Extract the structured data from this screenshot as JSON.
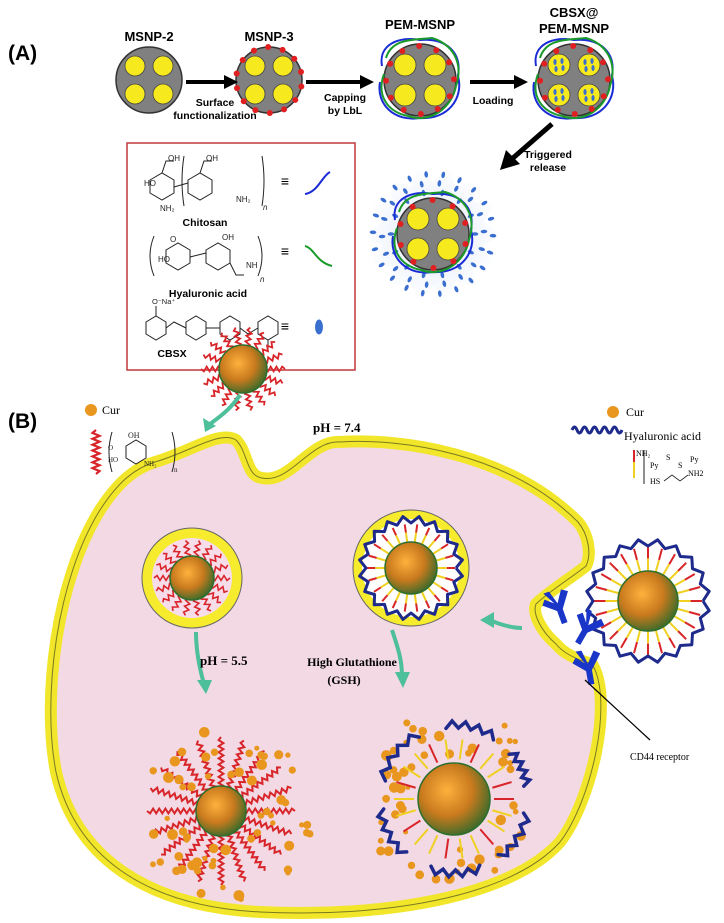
{
  "panel_a": {
    "label": "(A)",
    "stages": {
      "msnp2": "MSNP-2",
      "msnp3": "MSNP-3",
      "pem": "PEM-MSNP",
      "cbsx_line1": "CBSX@",
      "cbsx_line2": "PEM-MSNP"
    },
    "arrows": {
      "surface_line1": "Surface",
      "surface_line2": "functionalization",
      "capping_line1": "Capping",
      "capping_line2": "by LbL",
      "loading": "Loading",
      "triggered_line1": "Triggered",
      "triggered_line2": "release"
    },
    "legend": {
      "chitosan": "Chitosan",
      "hyaluronic": "Hyaluronic acid",
      "cbsx": "CBSX",
      "equiv": "≡",
      "chitosan_color": "#1a2bd6",
      "hyaluronic_color": "#1a9a2a",
      "cbsx_color": "#3a6fd0"
    }
  },
  "panel_b": {
    "label": "(B)",
    "cur_left": "Cur",
    "cur_right": "Cur",
    "hyaluronic_acid": "Hyaluronic acid",
    "ph_74": "pH = 7.4",
    "ph_55": "pH = 5.5",
    "gsh_line1": "High Glutathione",
    "gsh_line2": "(GSH)",
    "cd44": "CD44 receptor",
    "linker": {
      "nh2": "NH₂",
      "py1": "Py",
      "s1": "S",
      "s2": "S",
      "py2": "Py",
      "hs": "HS",
      "nh2b": "NH2"
    },
    "colors": {
      "cell_fill": "#f2d9e3",
      "membrane": "#f2e62a",
      "cur_orange": "#e8961e",
      "hyaluronic_blue": "#1e2a8c",
      "arrow_teal": "#4dbf9a",
      "receptor_blue": "#1a36c8"
    }
  }
}
